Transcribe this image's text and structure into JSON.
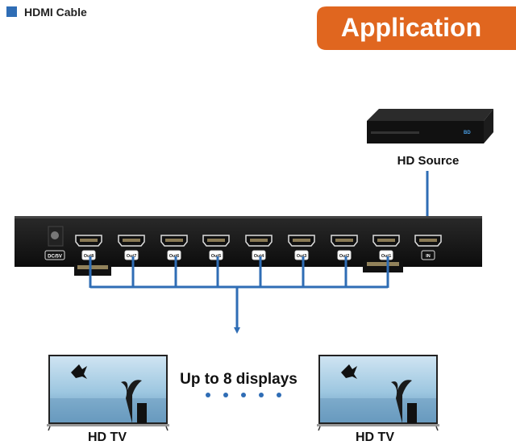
{
  "legend": {
    "label": "HDMI Cable",
    "color": "#2f6db5"
  },
  "banner": {
    "label": "Application",
    "color": "#e0661f"
  },
  "source": {
    "label": "HD Source",
    "icon": "blu-ray-player-icon"
  },
  "splitter": {
    "power_label": "DC/5V",
    "outputs": [
      "Out8",
      "Out7",
      "Out6",
      "Out5",
      "Out4",
      "Out3",
      "Out2",
      "Out1"
    ],
    "input_label": "IN"
  },
  "displays": {
    "caption": "Up to 8 displays",
    "left_label": "HD TV",
    "right_label": "HD TV",
    "icon": "tv-icon"
  },
  "cable_color": "#2f6db5"
}
